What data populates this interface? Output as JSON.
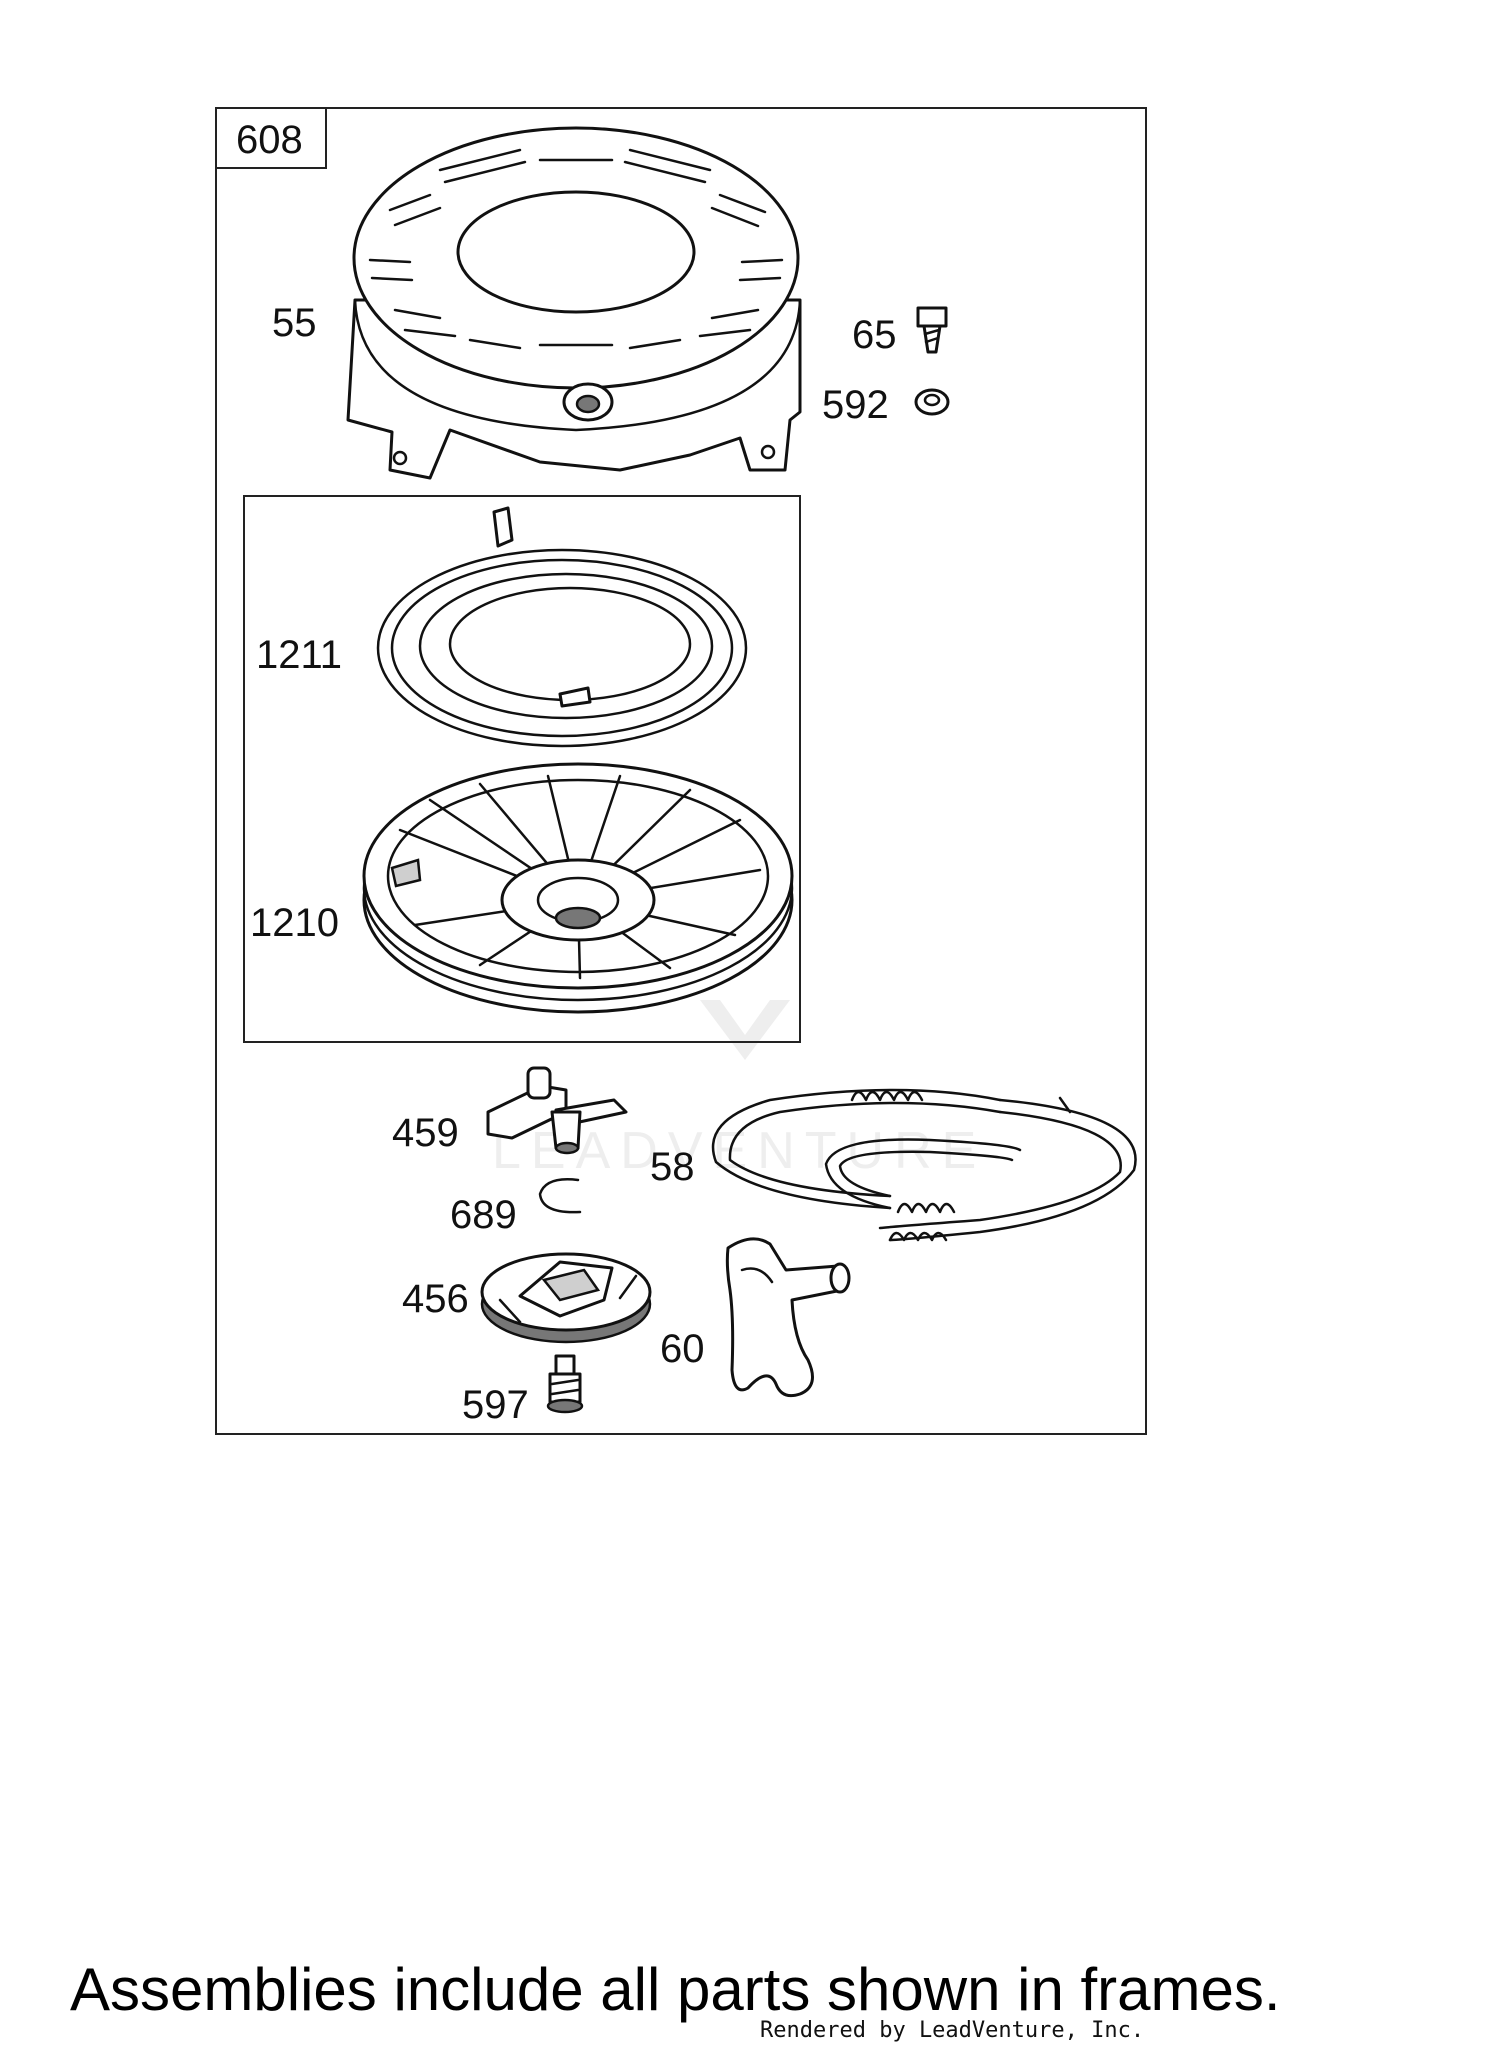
{
  "frames": {
    "outer_label": "608"
  },
  "parts": [
    {
      "id": "55",
      "label": "55",
      "name": "blower housing"
    },
    {
      "id": "65",
      "label": "65",
      "name": "screw"
    },
    {
      "id": "592",
      "label": "592",
      "name": "nut"
    },
    {
      "id": "1211",
      "label": "1211",
      "name": "rewind spring"
    },
    {
      "id": "1210",
      "label": "1210",
      "name": "pulley"
    },
    {
      "id": "459",
      "label": "459",
      "name": "pawl"
    },
    {
      "id": "58",
      "label": "58",
      "name": "rope"
    },
    {
      "id": "689",
      "label": "689",
      "name": "retaining clip"
    },
    {
      "id": "456",
      "label": "456",
      "name": "pawl retainer"
    },
    {
      "id": "60",
      "label": "60",
      "name": "handle"
    },
    {
      "id": "597",
      "label": "597",
      "name": "screw"
    }
  ],
  "watermark": "LEADVENTURE",
  "footer": {
    "note": "Assemblies include all parts shown in frames.",
    "credit": "Rendered by LeadVenture, Inc."
  },
  "colors": {
    "line": "#111111",
    "background": "#ffffff",
    "watermark": "#eeeeee"
  }
}
